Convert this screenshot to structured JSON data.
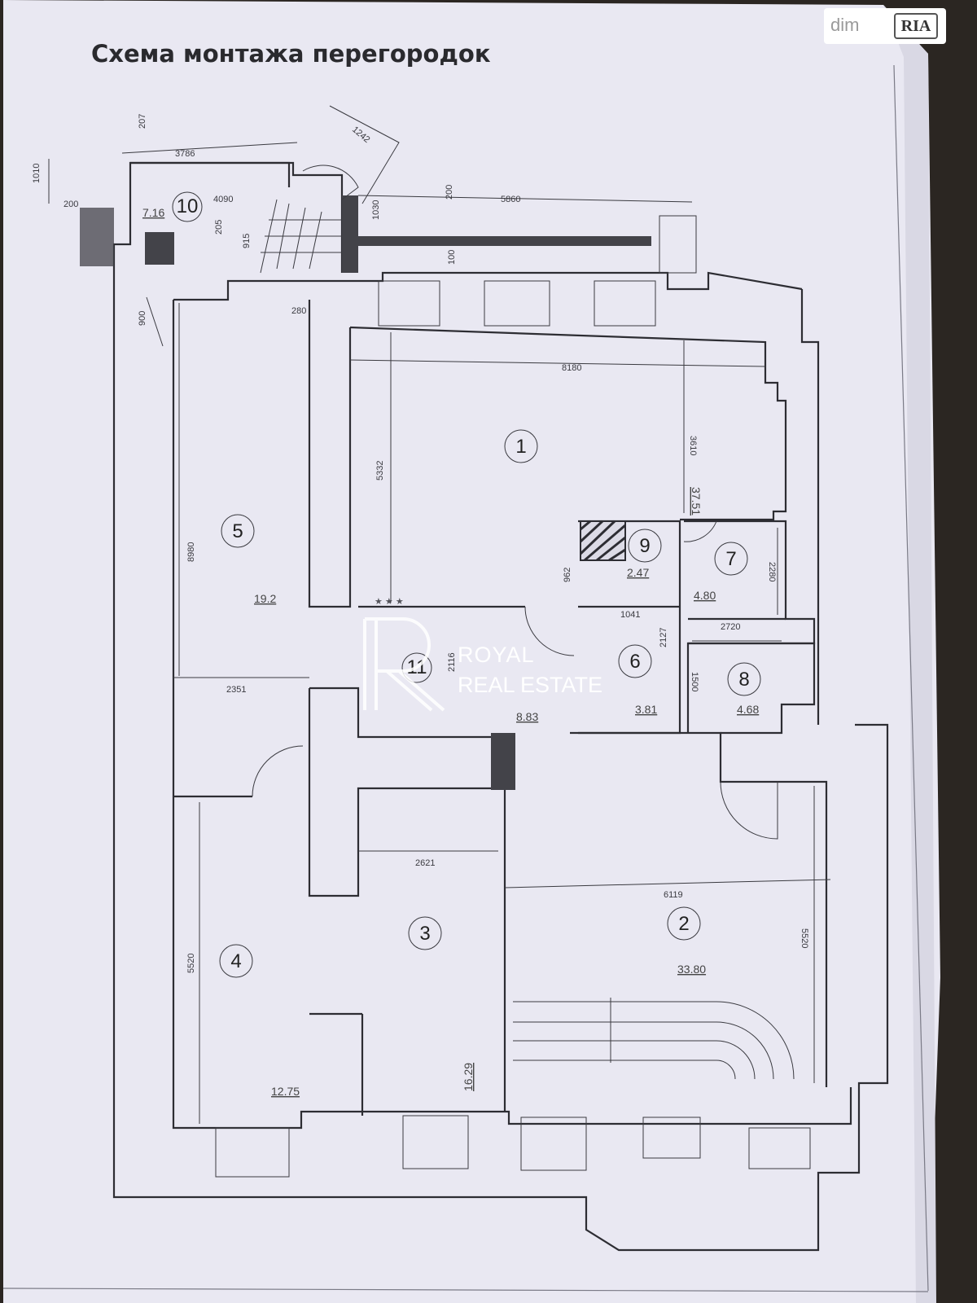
{
  "title": "Схема монтажа перегородок",
  "rooms": [
    {
      "number": "1",
      "area": "37.51"
    },
    {
      "number": "2",
      "area": "33.80"
    },
    {
      "number": "3",
      "area": "16.29"
    },
    {
      "number": "4",
      "area": "12.75"
    },
    {
      "number": "5",
      "area": "19.2"
    },
    {
      "number": "6",
      "area": "3.81"
    },
    {
      "number": "7",
      "area": "4.80"
    },
    {
      "number": "8",
      "area": "4.68"
    },
    {
      "number": "9",
      "area": "2.47"
    },
    {
      "number": "10",
      "area": "7.16"
    },
    {
      "number": "11",
      "area": "8.83"
    }
  ],
  "dimensions": {
    "d_8180": "8180",
    "d_3610": "3610",
    "d_5332": "5332",
    "d_8980": "8980",
    "d_2351": "2351",
    "d_5520_left": "5520",
    "d_5520_right": "5520",
    "d_2621": "2621",
    "d_6119": "6119",
    "d_2280": "2280",
    "d_2720": "2720",
    "d_2127": "2127",
    "d_1500": "1500",
    "d_962": "962",
    "d_1041": "1041",
    "d_2116": "2116",
    "d_3786": "3786",
    "d_4090": "4090",
    "d_1010": "1010",
    "d_200a": "200",
    "d_915": "915",
    "d_1242": "1242",
    "d_5860": "5860",
    "d_200b": "200",
    "d_100": "100",
    "d_1030": "1030",
    "d_280": "280",
    "d_900": "900",
    "d_205": "205",
    "d_207": "207"
  },
  "watermark": {
    "line1": "ROYAL",
    "line2": "REAL ESTATE"
  },
  "badge": {
    "left": "dim",
    "right": "RIA"
  }
}
